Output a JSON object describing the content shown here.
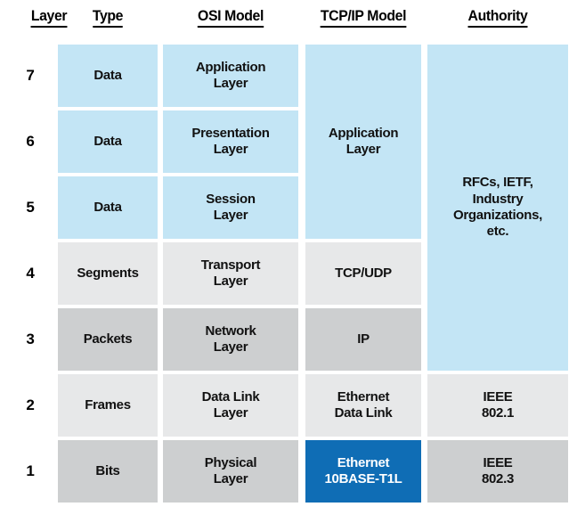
{
  "table": {
    "headers": [
      {
        "label": "Layer",
        "name": "column-header-layer"
      },
      {
        "label": "Type",
        "name": "column-header-type"
      },
      {
        "label": "OSI Model",
        "name": "column-header-osi-model"
      },
      {
        "label": "TCP/IP Model",
        "name": "column-header-tcpip-model"
      },
      {
        "label": "Authority",
        "name": "column-header-authority"
      }
    ],
    "rows": [
      {
        "layer": "7",
        "type": "Data",
        "osi": "Application\nLayer"
      },
      {
        "layer": "6",
        "type": "Data",
        "osi": "Presentation\nLayer"
      },
      {
        "layer": "5",
        "type": "Data",
        "osi": "Session\nLayer"
      },
      {
        "layer": "4",
        "type": "Segments",
        "osi": "Transport\nLayer"
      },
      {
        "layer": "3",
        "type": "Packets",
        "osi": "Network\nLayer"
      },
      {
        "layer": "2",
        "type": "Frames",
        "osi": "Data Link\nLayer"
      },
      {
        "layer": "1",
        "type": "Bits",
        "osi": "Physical\nLayer"
      }
    ],
    "tcpip": {
      "application_layer": "Application\nLayer",
      "transport": "TCP/UDP",
      "internet": "IP",
      "data_link": "Ethernet\nData Link",
      "physical": "Ethernet\n10BASE-T1L"
    },
    "authority": {
      "upper": "RFCs, IETF,\nIndustry\nOrganizations,\netc.",
      "layer2": "IEEE\n802.1",
      "layer1": "IEEE\n802.3"
    }
  },
  "colors": {
    "blue_fill": "#c3e5f5",
    "gray_light": "#e7e8e9",
    "gray_dark": "#cdcfd0",
    "accent_blue": "#0f6db5",
    "accent_text": "#ffffff",
    "text": "#111111",
    "background": "#ffffff"
  }
}
